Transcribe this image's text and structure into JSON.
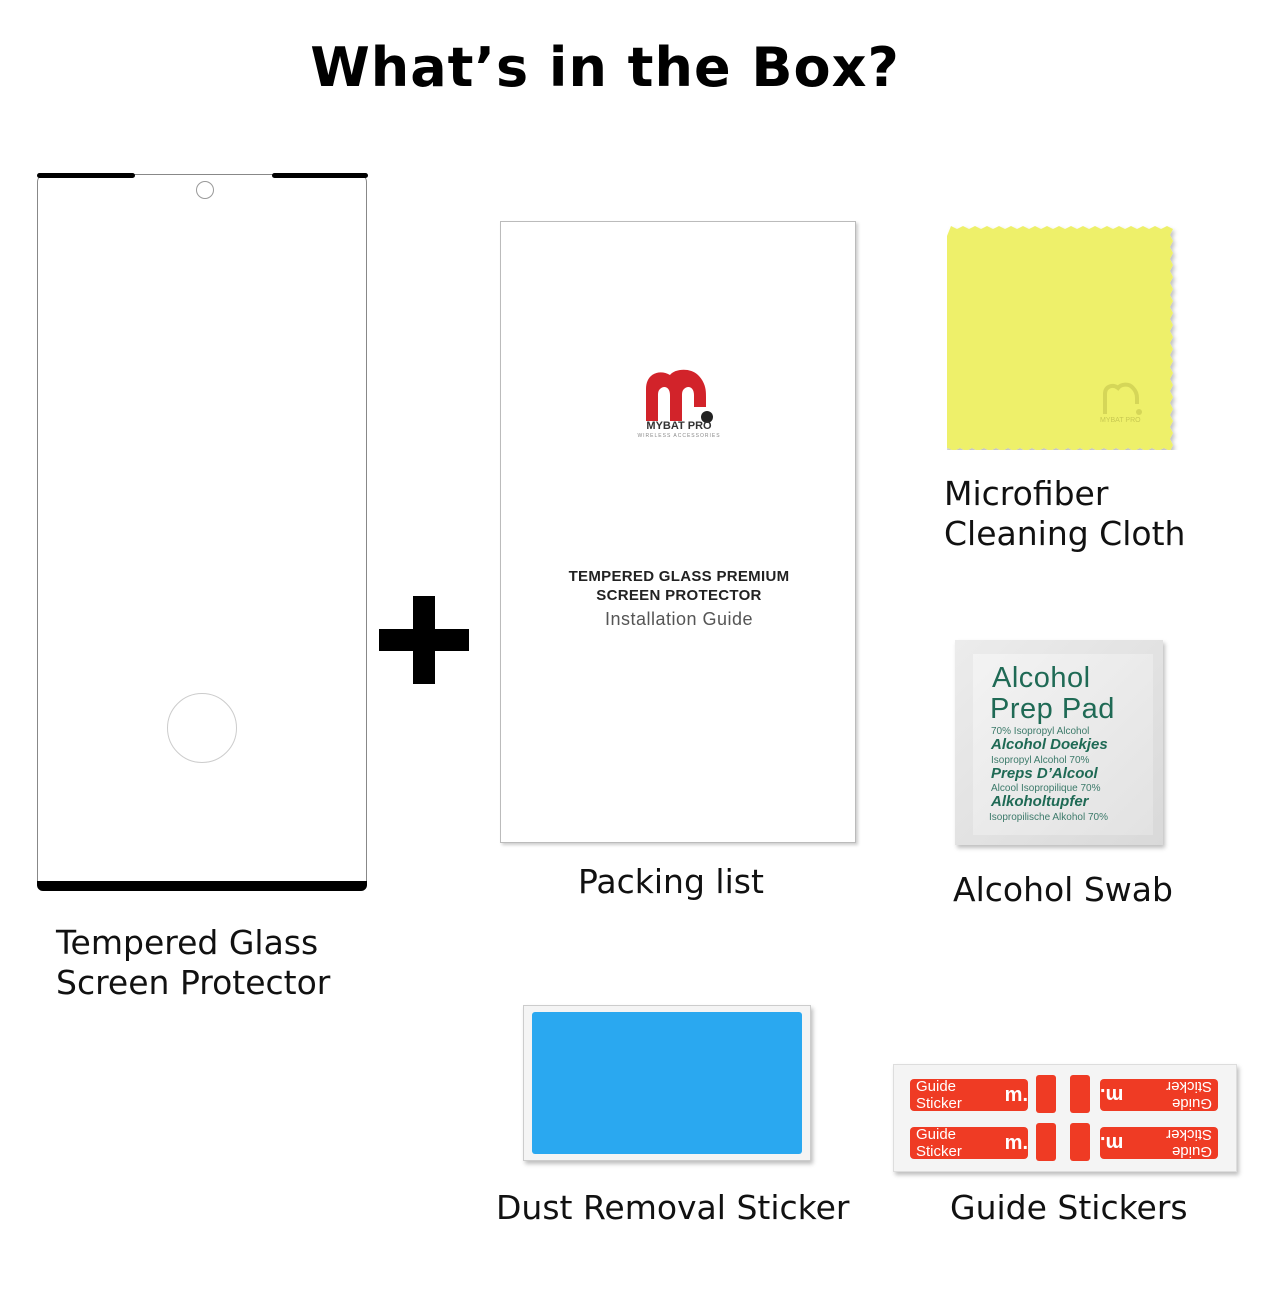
{
  "title": "What’s in the Box?",
  "items": {
    "protector": {
      "caption_line1": "Tempered Glass",
      "caption_line2": "Screen Protector"
    },
    "packing_list": {
      "caption": "Packing list",
      "brand": "MYBAT PRO",
      "brand_sub": "WIRELESS ACCESSORIES",
      "heading_line1": "TEMPERED GLASS PREMIUM",
      "heading_line2": "SCREEN PROTECTOR",
      "subheading": "Installation Guide"
    },
    "cloth": {
      "caption_line1": "Microfiber",
      "caption_line2": "Cleaning Cloth",
      "brand": "MYBAT PRO"
    },
    "alcohol": {
      "caption": "Alcohol Swab",
      "line1": "Alcohol",
      "line2": "Prep Pad",
      "l3": "70% Isopropyl Alcohol",
      "l4": "Alcohol Doekjes",
      "l5": "Isopropyl Alcohol 70%",
      "l6": "Preps D’Alcool",
      "l7": "Alcool Isopropilique 70%",
      "l8": "Alkoholtupfer",
      "l9": "Isopropilische Alkohol 70%"
    },
    "dust": {
      "caption": "Dust Removal Sticker"
    },
    "guide": {
      "caption": "Guide Stickers",
      "label": "Guide Sticker",
      "side_label": "GuideSticker"
    }
  },
  "colors": {
    "logo_red": "#d2232a",
    "cloth_yellow": "#eef06a",
    "sticker_blue": "#2aa8f0",
    "guide_red": "#ef3b24",
    "pad_green": "#1f6a55"
  }
}
